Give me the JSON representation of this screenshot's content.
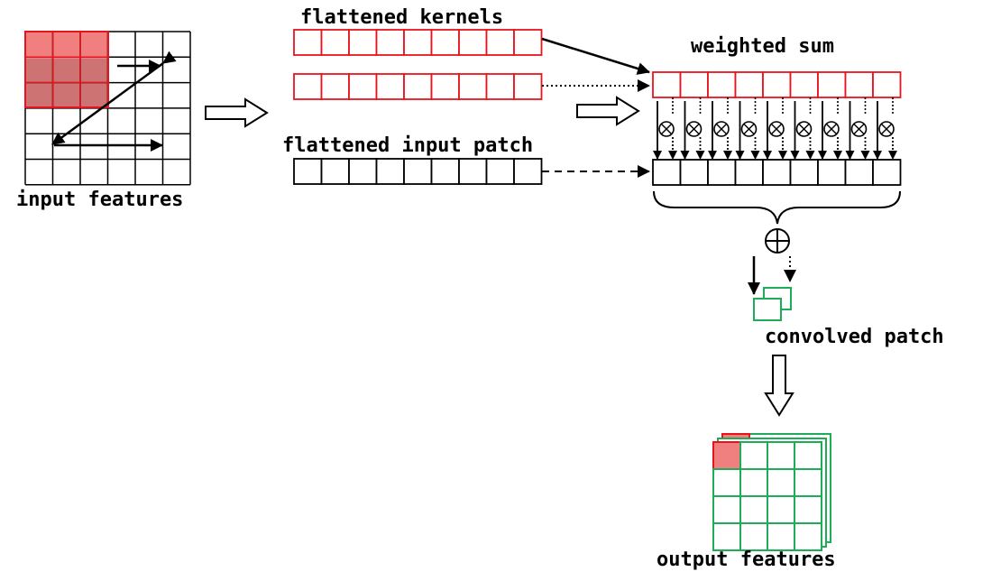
{
  "labels": {
    "input_features": "input features",
    "flattened_kernels": "flattened kernels",
    "weighted_sum": "weighted sum",
    "flattened_input_patch": "flattened input patch",
    "convolved_patch": "convolved patch",
    "output_features": "output features"
  },
  "symbols": {
    "multiply": "⊗",
    "add": "⊕"
  },
  "colors": {
    "kernel": "#e8141d",
    "kernel_fill": "#f28b8b",
    "output": "#1eac57",
    "ink": "#000000"
  },
  "structure": {
    "input_grid_cells": 36,
    "kernel_cells": 9,
    "vector_cells": 9,
    "weighted_sum_cells": 9,
    "output_grid_cells": 16
  }
}
